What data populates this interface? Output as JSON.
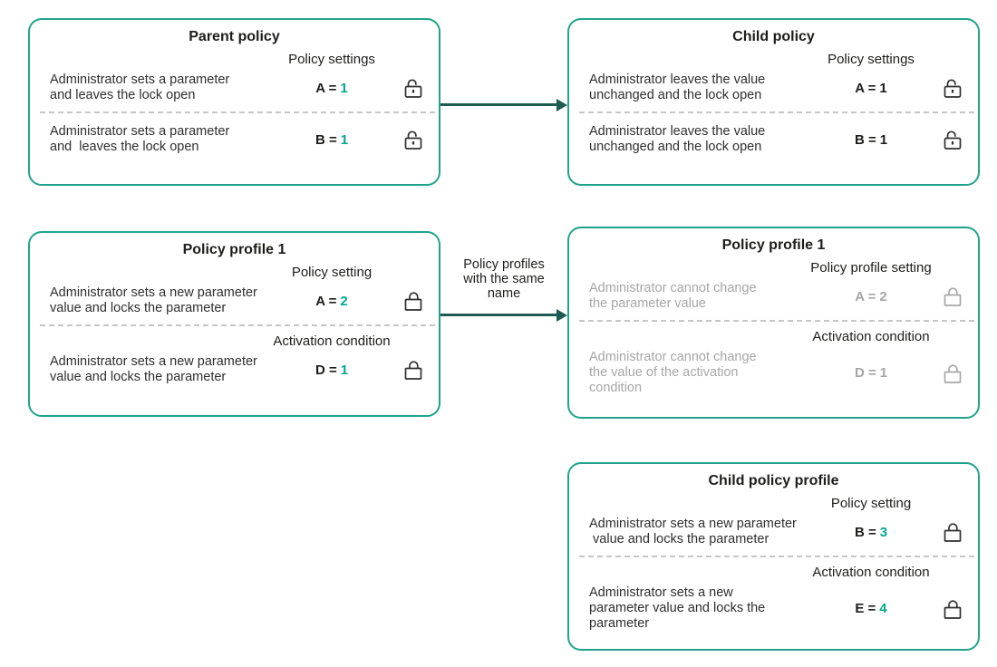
{
  "colors": {
    "box_border": "#21A38B",
    "accent_number": "#00A88E",
    "arrow": "#1E5B50",
    "text_dark": "#1D1D1B",
    "text_muted": "#A6A6A6"
  },
  "connector": {
    "label": "Policy profiles\nwith the same\nname"
  },
  "boxes": [
    {
      "title": "Parent policy",
      "segments": [
        {
          "label": "Policy settings",
          "desc": "Administrator sets a parameter\nand leaves the lock open",
          "value_name": "A =",
          "value_number": "1",
          "number_style": "teal",
          "icon": "lock-open",
          "muted": false
        },
        {
          "label": "",
          "desc": "Administrator sets a parameter\nand  leaves the lock open",
          "value_name": "B =",
          "value_number": "1",
          "number_style": "teal",
          "icon": "lock-open",
          "muted": false
        }
      ]
    },
    {
      "title": "Child policy",
      "segments": [
        {
          "label": "Policy settings",
          "desc": "Administrator leaves the value\nunchanged and the lock open",
          "value_name": "A =",
          "value_number": "1",
          "number_style": "dark",
          "icon": "lock-open",
          "muted": false
        },
        {
          "label": "",
          "desc": "Administrator leaves the value\nunchanged and the lock open",
          "value_name": "B =",
          "value_number": "1",
          "number_style": "dark",
          "icon": "lock-open",
          "muted": false
        }
      ]
    },
    {
      "title": "Policy profile 1",
      "segments": [
        {
          "label": "Policy setting",
          "desc": "Administrator sets a new parameter\nvalue and locks the parameter",
          "value_name": "A =",
          "value_number": "2",
          "number_style": "teal",
          "icon": "lock-closed",
          "muted": false
        },
        {
          "label": "Activation condition",
          "desc": "Administrator sets a new parameter\nvalue and locks the parameter",
          "value_name": "D =",
          "value_number": "1",
          "number_style": "teal",
          "icon": "lock-closed",
          "muted": false
        }
      ]
    },
    {
      "title": "Policy profile 1",
      "segments": [
        {
          "label": "Policy profile setting",
          "desc": "Administrator cannot change\nthe parameter value",
          "value_name": "A =",
          "value_number": "2",
          "number_style": "gray",
          "icon": "lock-closed",
          "muted": true
        },
        {
          "label": "Activation condition",
          "desc": "Administrator cannot change\nthe value of the activation\ncondition",
          "value_name": "D =",
          "value_number": "1",
          "number_style": "gray",
          "icon": "lock-closed",
          "muted": true
        }
      ]
    },
    {
      "title": "Child policy profile",
      "segments": [
        {
          "label": "Policy setting",
          "desc": "Administrator sets a new parameter\n value and locks the parameter",
          "value_name": "B =",
          "value_number": "3",
          "number_style": "teal",
          "icon": "lock-closed",
          "muted": false
        },
        {
          "label": "Activation condition",
          "desc": "Administrator sets a new\nparameter value and locks the\nparameter",
          "value_name": "E =",
          "value_number": "4",
          "number_style": "teal",
          "icon": "lock-closed",
          "muted": false
        }
      ]
    }
  ]
}
